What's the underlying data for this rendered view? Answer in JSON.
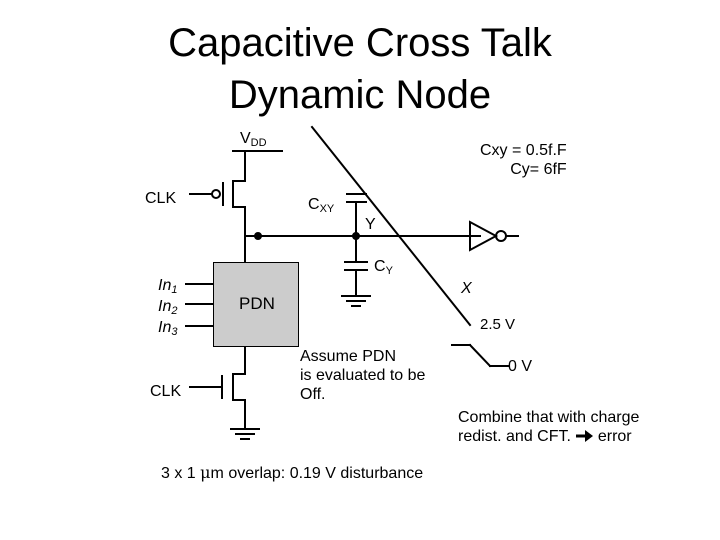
{
  "title": {
    "line1": "Capacitive Cross Talk",
    "line2": "Dynamic Node"
  },
  "labels": {
    "vdd_main": "V",
    "vdd_sub": "DD",
    "clk_top": "CLK",
    "clk_bottom": "CLK",
    "cxy_main": "C",
    "cxy_sub": "XY",
    "cy_main": "C",
    "cy_sub": "Y",
    "node_y": "Y",
    "node_x": "X",
    "in1_main": "In",
    "in1_sub": "1",
    "in2_main": "In",
    "in2_sub": "2",
    "in3_main": "In",
    "in3_sub": "3",
    "pdn": "PDN",
    "v_high": "2.5 V",
    "v_low": "0 V"
  },
  "notes": {
    "cap_values_line1": "Cxy = 0.5f.F",
    "cap_values_line2": "Cy= 6fF",
    "assume_line1": "Assume PDN",
    "assume_line2": "is evaluated to be",
    "assume_line3": "Off.",
    "combine_line1": "Combine that with charge",
    "combine_line2": "redist. and  CFT.",
    "combine_line2_end": " error",
    "overlap_pre": "3 x 1 ",
    "overlap_mu": "μ",
    "overlap_post": "m overlap: 0.19 V disturbance"
  },
  "colors": {
    "pdn_fill": "#cccccc",
    "ink": "#000000"
  },
  "icons": {
    "arrow": "arrow-right-icon"
  }
}
